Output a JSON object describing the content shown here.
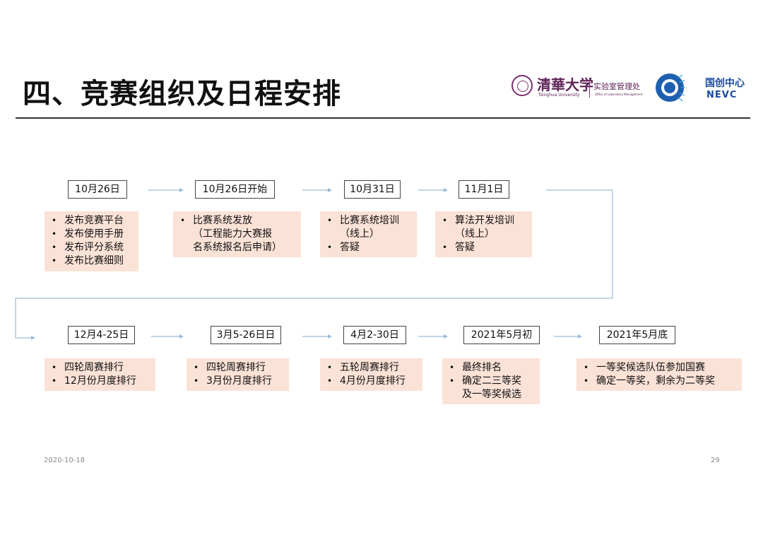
{
  "title": "四、竞赛组织及日程安排",
  "logos": {
    "university_cn": "清華大学",
    "university_en": "Tsinghua University",
    "office_cn": "实验室管理处",
    "office_en": "Office of Laboratory Management",
    "nevc_cn": "国创中心",
    "nevc_en": "NEVC"
  },
  "row1": [
    {
      "date": "10月26日",
      "items": [
        "发布竞赛平台",
        "发布使用手册",
        "发布评分系统",
        "发布比赛细则"
      ]
    },
    {
      "date": "10月26日开始",
      "items": [
        "比赛系统发放"
      ],
      "extra": [
        "（工程能力大赛报",
        "名系统报名后申请）"
      ]
    },
    {
      "date": "10月31日",
      "items": [
        "比赛系统培训",
        "答疑"
      ],
      "continuation": "（线上）"
    },
    {
      "date": "11月1日",
      "items": [
        "算法开发培训",
        "答疑"
      ],
      "continuation": "（线上）"
    }
  ],
  "row2": [
    {
      "date": "12月4-25日",
      "items": [
        "四轮周赛排行",
        "12月份月度排行"
      ]
    },
    {
      "date": "3月5-26日日",
      "items": [
        "四轮周赛排行",
        "3月份月度排行"
      ]
    },
    {
      "date": "4月2-30日",
      "items": [
        "五轮周赛排行",
        "4月份月度排行"
      ]
    },
    {
      "date": "2021年5月初",
      "items": [
        "最终排名",
        "确定二三等奖"
      ],
      "continuation": "及一等奖候选"
    },
    {
      "date": "2021年5月底",
      "items": [
        "一等奖候选队伍参加国赛",
        "确定一等奖，剩余为二等奖"
      ]
    }
  ],
  "footer": {
    "date": "2020-10-18",
    "page": "29"
  },
  "colors": {
    "box_fill": "#fbe2d7",
    "arrow": "#9bbbd9",
    "rule": "#333333"
  }
}
